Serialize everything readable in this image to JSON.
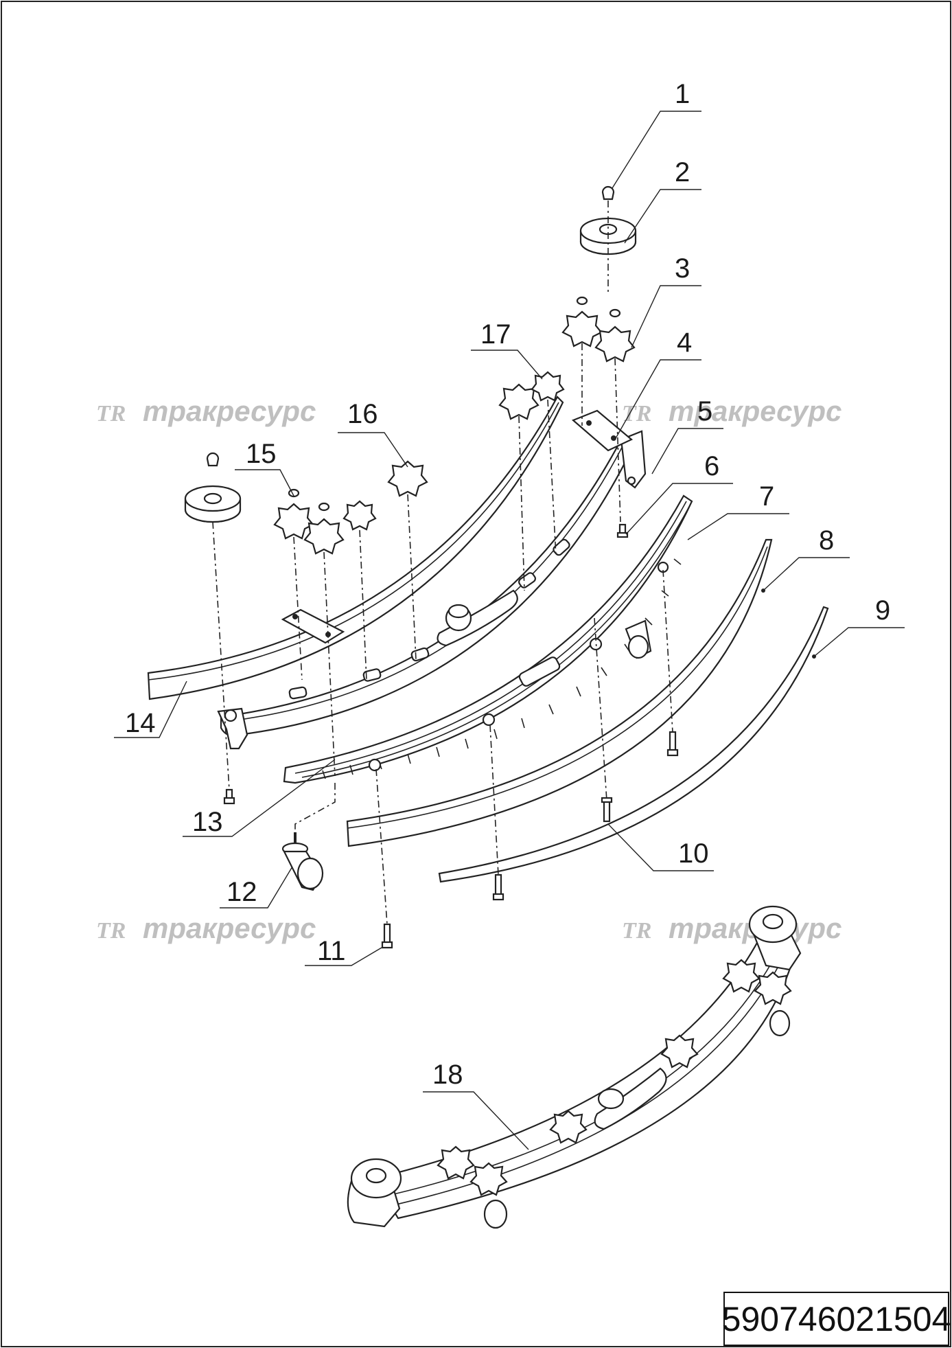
{
  "diagram": {
    "callouts": [
      "1",
      "2",
      "3",
      "4",
      "5",
      "6",
      "7",
      "8",
      "9",
      "10",
      "11",
      "12",
      "13",
      "14",
      "15",
      "16",
      "17",
      "18"
    ],
    "watermark": {
      "logo": "TR",
      "text": "тракресурс"
    },
    "drawing_number": "590746021504"
  }
}
